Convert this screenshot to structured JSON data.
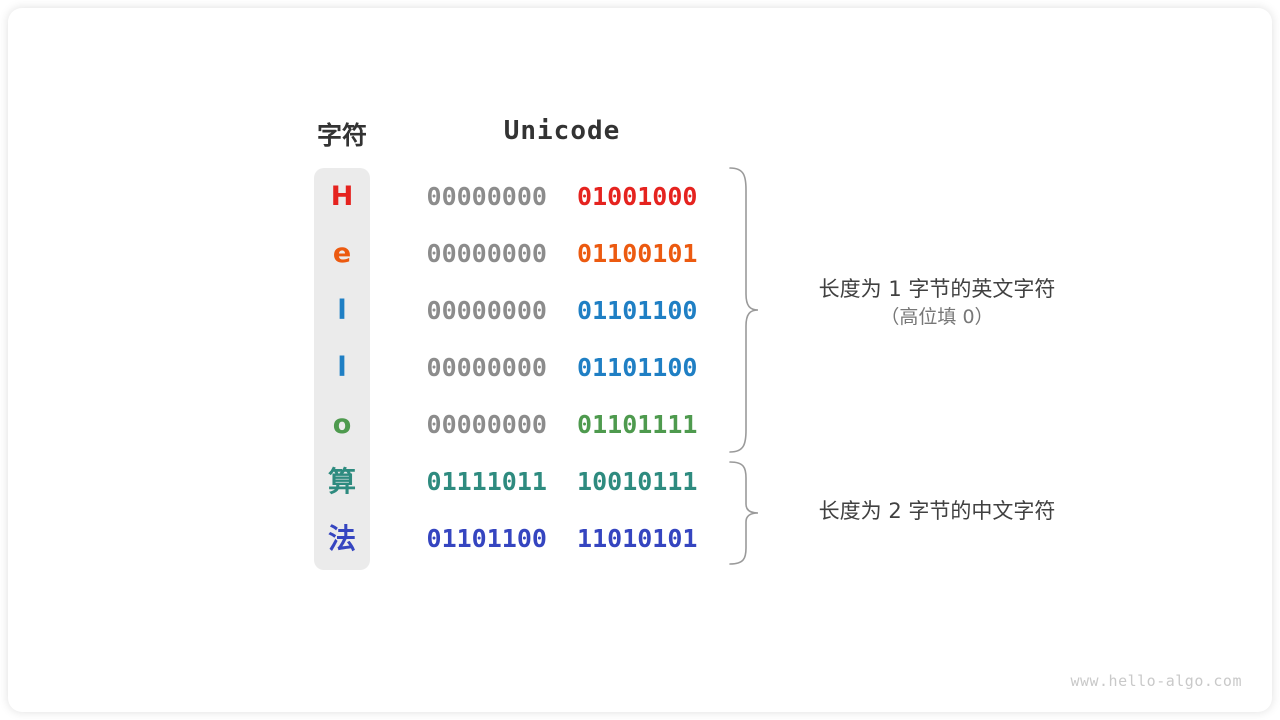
{
  "table": {
    "headers": {
      "character": "字符",
      "unicode": "Unicode"
    },
    "rows": [
      {
        "char": "H",
        "char_color": "#e5231f",
        "high_byte": "00000000",
        "low_byte": "01001000",
        "high_color": "#8c8c8c",
        "low_color": "#e5231f",
        "cjk": false
      },
      {
        "char": "e",
        "char_color": "#ec5a10",
        "high_byte": "00000000",
        "low_byte": "01100101",
        "high_color": "#8c8c8c",
        "low_color": "#ec5a10",
        "cjk": false
      },
      {
        "char": "l",
        "char_color": "#1f7fc4",
        "high_byte": "00000000",
        "low_byte": "01101100",
        "high_color": "#8c8c8c",
        "low_color": "#1f7fc4",
        "cjk": false
      },
      {
        "char": "l",
        "char_color": "#1f7fc4",
        "high_byte": "00000000",
        "low_byte": "01101100",
        "high_color": "#8c8c8c",
        "low_color": "#1f7fc4",
        "cjk": false
      },
      {
        "char": "o",
        "char_color": "#4e9a4e",
        "high_byte": "00000000",
        "low_byte": "01101111",
        "high_color": "#8c8c8c",
        "low_color": "#4e9a4e",
        "cjk": false
      },
      {
        "char": "算",
        "char_color": "#2e8b7f",
        "high_byte": "01111011",
        "low_byte": "10010111",
        "high_color": "#2e8b7f",
        "low_color": "#2e8b7f",
        "cjk": true
      },
      {
        "char": "法",
        "char_color": "#3545c0",
        "high_byte": "01101100",
        "low_byte": "11010101",
        "high_color": "#3545c0",
        "low_color": "#3545c0",
        "cjk": true
      }
    ]
  },
  "groups": [
    {
      "label_main": "长度为 1 字节的英文字符",
      "label_sub": "（高位填 0）"
    },
    {
      "label_main": "长度为 2 字节的中文字符",
      "label_sub": ""
    }
  ],
  "watermark": "www.hello-algo.com",
  "colors": {
    "card_background": "#ffffff",
    "char_column_background": "#ebebeb",
    "header_text": "#333333",
    "padding_bits": "#8c8c8c",
    "brace_stroke": "#9a9a9a",
    "label_text": "#404040",
    "label_sub_text": "#777777",
    "watermark_text": "#c9c9c9"
  }
}
